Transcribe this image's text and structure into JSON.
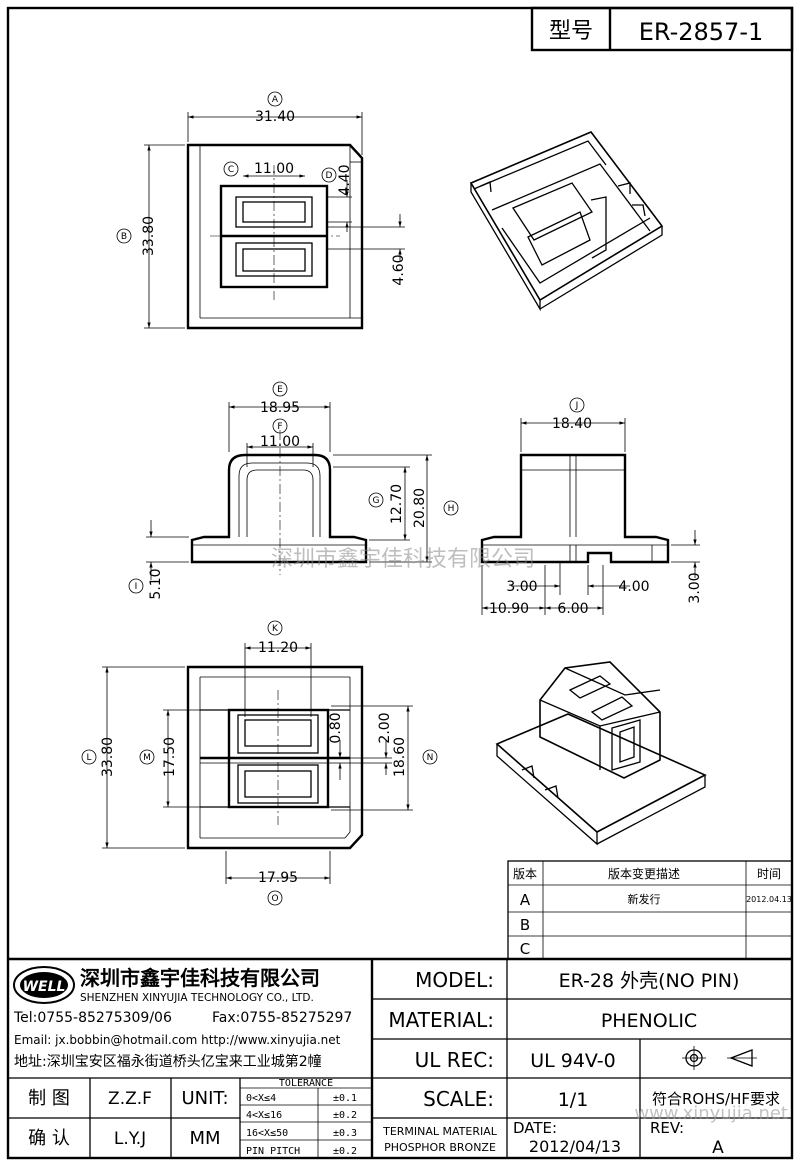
{
  "header": {
    "model_label": "型号",
    "model_value": "ER-2857-1"
  },
  "top_view": {
    "A": "A",
    "A_val": "31.40",
    "B": "B",
    "B_val": "33.80",
    "C": "C",
    "C_val": "11.00",
    "D": "D",
    "D_val": "4.40",
    "extra_val": "4.60"
  },
  "front_view": {
    "E": "E",
    "E_val": "18.95",
    "F": "F",
    "F_val": "11.00",
    "G": "G",
    "G_val": "12.70",
    "H": "H",
    "H_val": "20.80",
    "I": "I",
    "I_val": "5.10"
  },
  "side_view": {
    "J": "J",
    "J_val": "18.40",
    "v1": "3.00",
    "v2": "4.00",
    "v3": "3.00",
    "v4": "10.90",
    "v5": "6.00"
  },
  "bottom_view": {
    "K": "K",
    "K_val": "11.20",
    "L": "L",
    "L_val": "33.80",
    "M": "M",
    "M_val": "17.50",
    "N": "N",
    "N_val": "18.60",
    "O": "O",
    "O_val": "17.95",
    "v1": "0.80",
    "v2": "2.00"
  },
  "watermark": {
    "center": "深圳市鑫宇佳科技有限公司",
    "url": "www.xinyujia.net"
  },
  "revision_table": {
    "headers": [
      "版本",
      "版本变更描述",
      "时间"
    ],
    "rows": [
      {
        "rev": "A",
        "desc": "新发行",
        "date": "2012.04.13"
      },
      {
        "rev": "B",
        "desc": "",
        "date": ""
      },
      {
        "rev": "C",
        "desc": "",
        "date": ""
      }
    ]
  },
  "company": {
    "logo": "WELL",
    "name_cn": "深圳市鑫宇佳科技有限公司",
    "name_en": "SHENZHEN XINYUJIA TECHNOLOGY CO., LTD.",
    "tel": "Tel:0755-85275309/06",
    "fax": "Fax:0755-85275297",
    "email": "Email: jx.bobbin@hotmail.com http://www.xinyujia.net",
    "address": "地址:深圳宝安区福永街道桥头亿宝来工业城第2幢"
  },
  "title_block": {
    "model_label": "MODEL:",
    "model_value": "ER-28 外壳(NO PIN)",
    "material_label": "MATERIAL:",
    "material_value": "PHENOLIC",
    "ulrec_label": "UL REC:",
    "ulrec_value": "UL 94V-0",
    "scale_label": "SCALE:",
    "scale_value": "1/1",
    "rohs": "符合ROHS/HF要求",
    "terminal_line1": "TERMINAL MATERIAL",
    "terminal_line2": "PHOSPHOR BRONZE",
    "date_label": "DATE:",
    "date_value": "2012/04/13",
    "rev_label": "REV:",
    "rev_value": "A",
    "draw_label": "制 图",
    "draw_value": "Z.Z.F",
    "confirm_label": "确 认",
    "confirm_value": "L.Y.J",
    "unit_label": "UNIT:",
    "unit_value": "MM",
    "tolerance_title": "TOLERANCE",
    "tolerance_rows": [
      {
        "range": "0<X≤4",
        "tol": "±0.1"
      },
      {
        "range": "4<X≤16",
        "tol": "±0.2"
      },
      {
        "range": "16<X≤50",
        "tol": "±0.3"
      },
      {
        "range": "PIN PITCH",
        "tol": "±0.2"
      }
    ]
  }
}
